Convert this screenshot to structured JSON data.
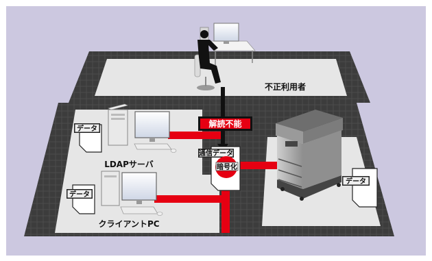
{
  "labels": {
    "unauthorized_user": "不正利用者",
    "ldap_server": "LDAPサーバ",
    "client_pc": "クライアントPC",
    "undecodable": "解読不能",
    "comm_data": "通信データ",
    "encrypted": "暗号化",
    "data_tag": "データ"
  },
  "colors": {
    "background": "#ccc8e0",
    "floor_frame": "#4a4a4a",
    "floor_inner": "#e6e6e6",
    "network_line": "#e60012",
    "badge_fill": "#e60012"
  },
  "icons": [
    "person-at-computer-icon",
    "tower-server-icon",
    "desktop-pc-icon",
    "printer-mfp-icon",
    "document-icon"
  ]
}
